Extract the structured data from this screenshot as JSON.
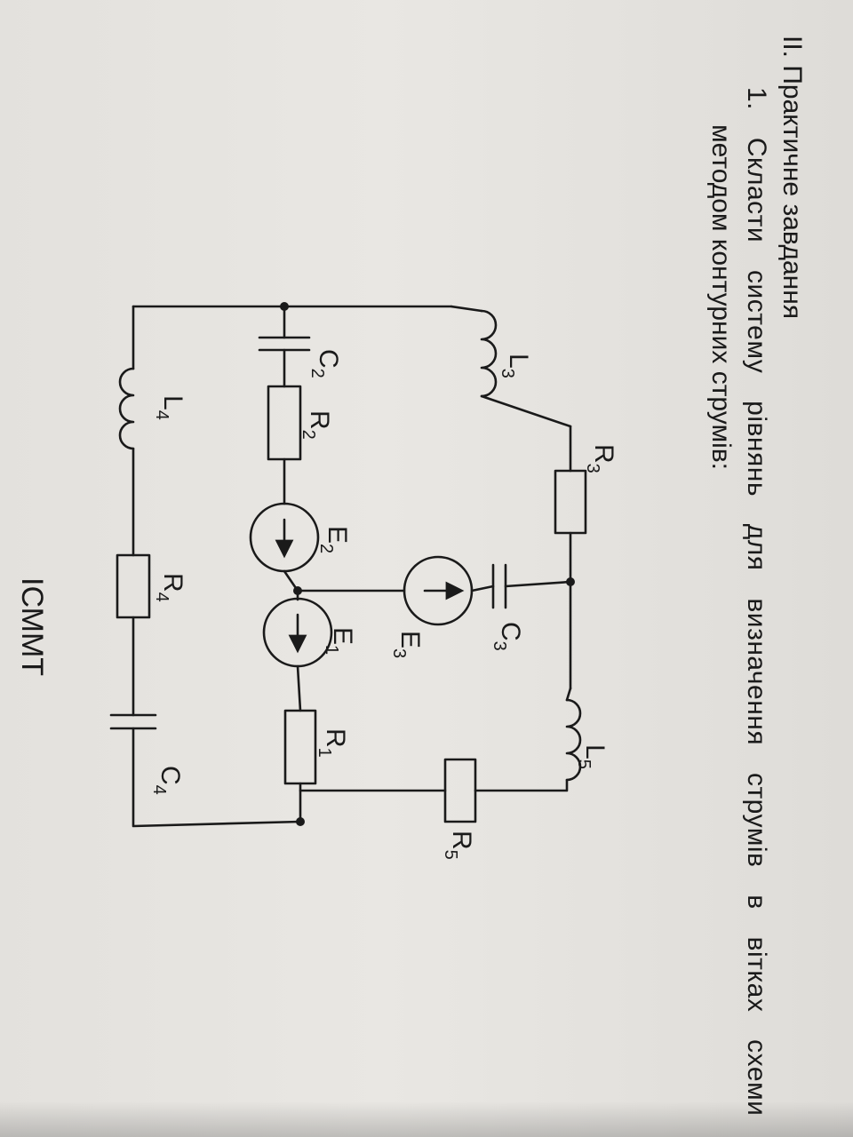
{
  "section": {
    "title": "II. Практичне завдання"
  },
  "task": {
    "line1": "1. Скласти систему рівнянь для визначення струмів в вітках схеми",
    "line2": "методом контурних струмів:"
  },
  "footer": {
    "fragment": "ІСММТ"
  },
  "circuit": {
    "components": [
      {
        "name": "L3",
        "letter": "L",
        "index": "3",
        "type": "inductor"
      },
      {
        "name": "R3",
        "letter": "R",
        "index": "3",
        "type": "resistor"
      },
      {
        "name": "C2",
        "letter": "C",
        "index": "2",
        "type": "capacitor"
      },
      {
        "name": "R2",
        "letter": "R",
        "index": "2",
        "type": "resistor"
      },
      {
        "name": "E2",
        "letter": "E",
        "index": "2",
        "type": "source"
      },
      {
        "name": "C3",
        "letter": "C",
        "index": "3",
        "type": "capacitor"
      },
      {
        "name": "E3",
        "letter": "E",
        "index": "3",
        "type": "source"
      },
      {
        "name": "E1",
        "letter": "E",
        "index": "1",
        "type": "source"
      },
      {
        "name": "R1",
        "letter": "R",
        "index": "1",
        "type": "resistor"
      },
      {
        "name": "L5",
        "letter": "L",
        "index": "5",
        "type": "inductor"
      },
      {
        "name": "R5",
        "letter": "R",
        "index": "5",
        "type": "resistor"
      },
      {
        "name": "L4",
        "letter": "L",
        "index": "4",
        "type": "inductor"
      },
      {
        "name": "R4",
        "letter": "R",
        "index": "4",
        "type": "resistor"
      },
      {
        "name": "C4",
        "letter": "C",
        "index": "4",
        "type": "capacitor"
      }
    ]
  }
}
